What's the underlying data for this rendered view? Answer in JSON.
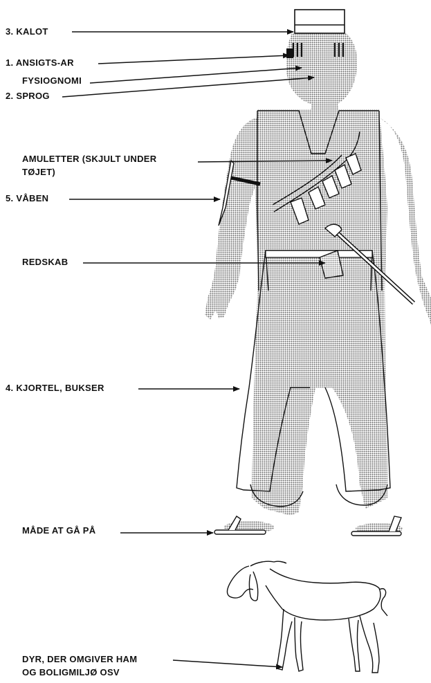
{
  "labels": {
    "kalot": "3. KALOT",
    "ansigts_ar": "1. ANSIGTS-AR",
    "fysiognomi": "FYSIOGNOMI",
    "sprog": "2. SPROG",
    "amuletter_line1": "AMULETTER (SKJULT UNDER",
    "amuletter_line2": "TØJET)",
    "vaaben": "5. VÅBEN",
    "redskab": "REDSKAB",
    "kjortel": "4. KJORTEL, BUKSER",
    "maade": "MÅDE AT GÅ PÅ",
    "dyr_line1": "DYR, DER OMGIVER HAM",
    "dyr_line2": "OG BOLIGMILJØ OSV"
  },
  "colors": {
    "ink": "#111111",
    "body_fill": "#8f8f8f",
    "garment_fill": "#b4b4b4",
    "paper": "#ffffff"
  },
  "illustrations": [
    "man-figure",
    "goat",
    "cap",
    "sandals",
    "weapon",
    "tool",
    "amulets"
  ]
}
